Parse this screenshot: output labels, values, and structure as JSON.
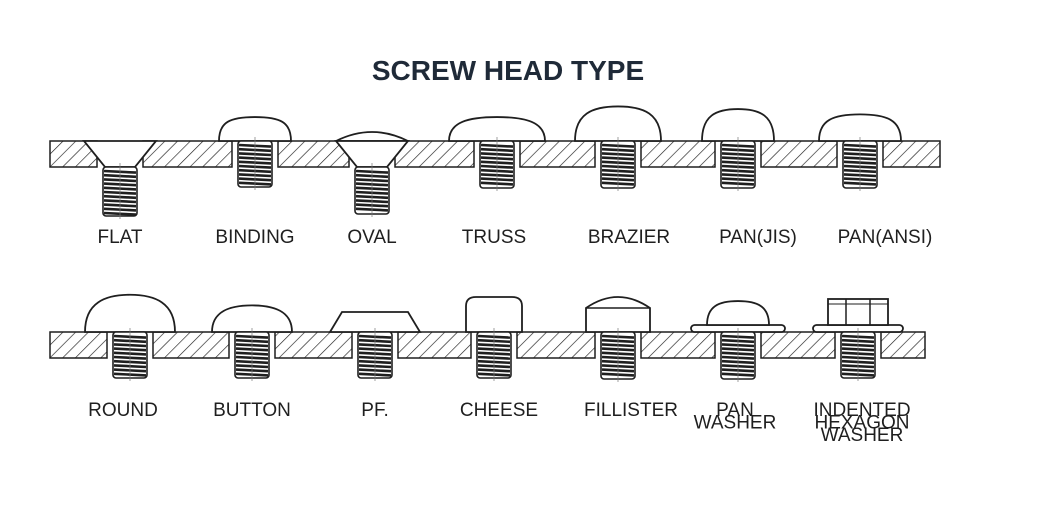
{
  "title": "SCREW HEAD TYPE",
  "rows": [
    {
      "items": [
        {
          "id": "flat",
          "label": [
            "FLAT"
          ]
        },
        {
          "id": "binding",
          "label": [
            "BINDING"
          ]
        },
        {
          "id": "oval",
          "label": [
            "OVAL"
          ]
        },
        {
          "id": "truss",
          "label": [
            "TRUSS"
          ]
        },
        {
          "id": "brazier",
          "label": [
            "BRAZIER"
          ]
        },
        {
          "id": "pan-jis",
          "label": [
            "PAN(JIS)"
          ]
        },
        {
          "id": "pan-ansi",
          "label": [
            "PAN(ANSI)"
          ]
        }
      ]
    },
    {
      "items": [
        {
          "id": "round",
          "label": [
            "ROUND"
          ]
        },
        {
          "id": "button",
          "label": [
            "BUTTON"
          ]
        },
        {
          "id": "pf",
          "label": [
            "PF."
          ]
        },
        {
          "id": "cheese",
          "label": [
            "CHEESE"
          ]
        },
        {
          "id": "fillister",
          "label": [
            "FILLISTER"
          ]
        },
        {
          "id": "pan-washer",
          "label": [
            "PAN",
            "WASHER"
          ]
        },
        {
          "id": "indented-hexagon-washer",
          "label": [
            "INDENTED",
            "HEXAGON",
            "WASHER"
          ]
        }
      ]
    }
  ],
  "colors": {
    "ink": "#1f1f1f",
    "title": "#1f2a38",
    "background": "#ffffff"
  }
}
